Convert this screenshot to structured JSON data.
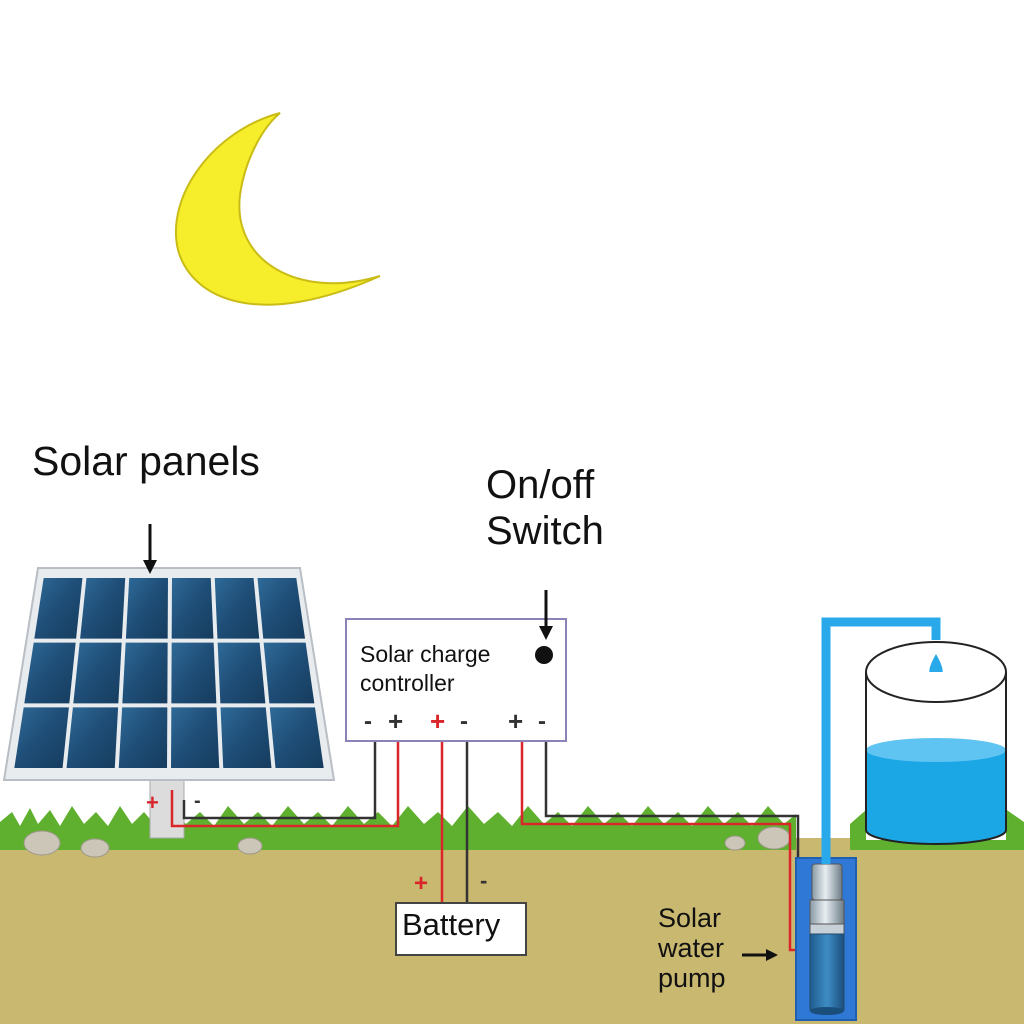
{
  "labels": {
    "solar_panels": "Solar panels",
    "switch_line1": "On/off",
    "switch_line2": "Switch",
    "controller_line1": "Solar charge",
    "controller_line2": "controller",
    "battery": "Battery",
    "pump_line1": "Solar",
    "pump_line2": "water",
    "pump_line3": "pump"
  },
  "polarity": {
    "plus": "+",
    "minus": "-"
  },
  "colors": {
    "sky": "#ffffff",
    "moon": "#f6ee2a",
    "panel_cell": "#1f4f78",
    "grass": "#5fb02e",
    "soil": "#c9b870",
    "water": "#2aa9ea",
    "positive_wire": "#d9262b",
    "negative_wire": "#333333",
    "controller_border": "#8a83b8"
  }
}
